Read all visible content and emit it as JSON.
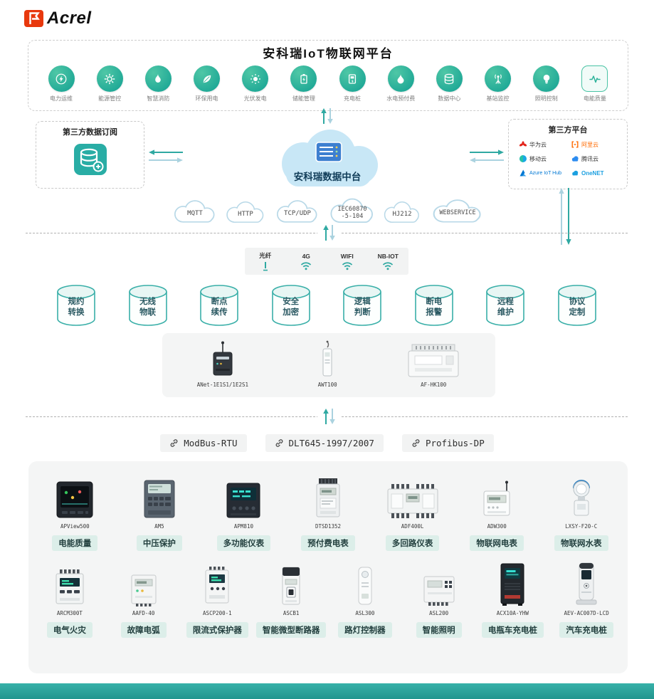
{
  "brand": {
    "logo_text": "Acrel"
  },
  "platform": {
    "title": "安科瑞IoT物联网平台",
    "apps": [
      {
        "label": "电力运维",
        "icon": "bolt-circle-icon"
      },
      {
        "label": "能源管控",
        "icon": "gear-icon"
      },
      {
        "label": "智慧消防",
        "icon": "flame-icon"
      },
      {
        "label": "环保用电",
        "icon": "leaf-icon"
      },
      {
        "label": "光伏发电",
        "icon": "sun-icon"
      },
      {
        "label": "储能管理",
        "icon": "battery-icon"
      },
      {
        "label": "充电桩",
        "icon": "charging-pile-icon"
      },
      {
        "label": "水电预付费",
        "icon": "droplet-icon"
      },
      {
        "label": "数据中心",
        "icon": "database-icon"
      },
      {
        "label": "基站监控",
        "icon": "antenna-icon"
      },
      {
        "label": "照明控制",
        "icon": "bulb-icon"
      },
      {
        "label": "电能质量",
        "icon": "waveform-icon"
      }
    ]
  },
  "subscription": {
    "title": "第三方数据订阅"
  },
  "data_center": {
    "label": "安科瑞数据中台"
  },
  "third_party": {
    "title": "第三方平台",
    "providers": [
      {
        "label": "华为云"
      },
      {
        "label": "阿里云"
      },
      {
        "label": "移动云"
      },
      {
        "label": "腾讯云"
      },
      {
        "label": "Azure IoT Hub"
      },
      {
        "label": "OneNET"
      }
    ]
  },
  "transport_protocols": [
    {
      "label": "MQTT"
    },
    {
      "label": "HTTP"
    },
    {
      "label": "TCP/UDP"
    },
    {
      "label": "IEC60870\n-5-104"
    },
    {
      "label": "HJ212"
    },
    {
      "label": "WEBSERVICE"
    }
  ],
  "connectivity": [
    {
      "label": "光纤",
      "icon": "fiber-icon"
    },
    {
      "label": "4G",
      "icon": "wifi-icon"
    },
    {
      "label": "WIFI",
      "icon": "wifi-icon"
    },
    {
      "label": "NB-IOT",
      "icon": "wifi-icon"
    }
  ],
  "capabilities": [
    {
      "label": "规约\n转换"
    },
    {
      "label": "无线\n物联"
    },
    {
      "label": "断点\n续传"
    },
    {
      "label": "安全\n加密"
    },
    {
      "label": "逻辑\n判断"
    },
    {
      "label": "断电\n报警"
    },
    {
      "label": "远程\n维护"
    },
    {
      "label": "协议\n定制"
    }
  ],
  "gateways": [
    {
      "model": "ANet-1E1S1/1E2S1"
    },
    {
      "model": "AWT100"
    },
    {
      "model": "AF-HK100"
    }
  ],
  "field_protocols": [
    {
      "label": "ModBus-RTU"
    },
    {
      "label": "DLT645-1997/2007"
    },
    {
      "label": "Profibus-DP"
    }
  ],
  "devices_row1": [
    {
      "model": "APView500",
      "label": "电能质量"
    },
    {
      "model": "AM5",
      "label": "中压保护"
    },
    {
      "model": "APM810",
      "label": "多功能仪表"
    },
    {
      "model": "DTSD1352",
      "label": "预付费电表"
    },
    {
      "model": "ADF400L",
      "label": "多回路仪表"
    },
    {
      "model": "ADW300",
      "label": "物联网电表"
    },
    {
      "model": "LXSY-F20-C",
      "label": "物联网水表"
    }
  ],
  "devices_row2": [
    {
      "model": "ARCM300T",
      "label": "电气火灾"
    },
    {
      "model": "AAFD-40",
      "label": "故障电弧"
    },
    {
      "model": "ASCP200-1",
      "label": "限流式保护器"
    },
    {
      "model": "ASCB1",
      "label": "智能微型断路器"
    },
    {
      "model": "ASL300",
      "label": "路灯控制器"
    },
    {
      "model": "ASL200",
      "label": "智能照明"
    },
    {
      "model": "ACX10A-YHW",
      "label": "电瓶车充电桩"
    },
    {
      "model": "AEV-AC007D-LCD",
      "label": "汽车充电桩"
    }
  ],
  "colors": {
    "brand_red": "#e8380d",
    "accent_teal": "#2fa9a2",
    "icon_green": "#2fbd9b",
    "arrow_light_blue": "#aad2df",
    "cloud_fill": "#c8e7f6",
    "chip_bg": "#dceee9",
    "panel_bg": "#f4f5f5"
  }
}
